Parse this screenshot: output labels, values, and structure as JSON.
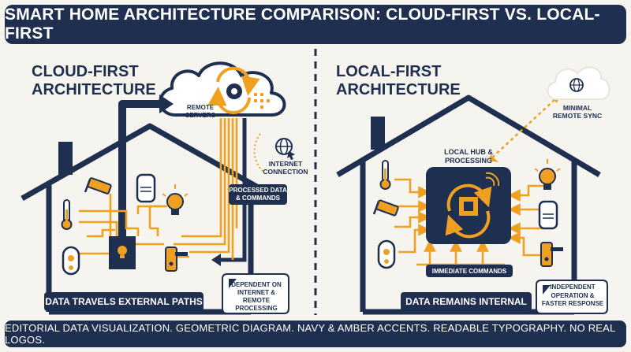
{
  "title": "SMART HOME ARCHITECTURE COMPARISON: CLOUD-FIRST VS. LOCAL-FIRST",
  "footer": "EDITORIAL DATA VISUALIZATION. GEOMETRIC DIAGRAM. NAVY & AMBER ACCENTS. READABLE TYPOGRAPHY. NO REAL LOGOS.",
  "colors": {
    "navy": "#1f2f50",
    "amber": "#f0a020",
    "background": "#f6f4ef"
  },
  "cloud_panel": {
    "title_line1": "CLOUD-FIRST",
    "title_line2": "ARCHITECTURE",
    "cloud_label_line1": "REMOTE",
    "cloud_label_line2": "SERVERS",
    "internet_label_line1": "INTERNET",
    "internet_label_line2": "CONNECTION",
    "processed_tag_line1": "PROCESSED DATA",
    "processed_tag_line2": "& COMMANDS",
    "dependent_line1": "DEPENDENT ON",
    "dependent_line2": "INTERNET & REMOTE",
    "dependent_line3": "PROCESSING",
    "banner": "DATA TRAVELS EXTERNAL PATHS",
    "devices": [
      "camera-icon",
      "thermometer-icon",
      "speaker-icon",
      "lightbulb-icon",
      "lock-icon",
      "door-lock-icon"
    ]
  },
  "local_panel": {
    "title_line1": "LOCAL-FIRST",
    "title_line2": "ARCHITECTURE",
    "hub_label_line1": "LOCAL HUB &",
    "hub_label_line2": "PROCESSING",
    "sync_label_line1": "MINIMAL",
    "sync_label_line2": "REMOTE SYNC",
    "commands_tag": "IMMEDIATE COMMANDS",
    "independent_line1": "INDEPENDENT",
    "independent_line2": "OPERATION &",
    "independent_line3": "FASTER RESPONSE",
    "banner": "DATA REMAINS INTERNAL",
    "devices": [
      "thermometer-icon",
      "camera-icon",
      "lock-icon",
      "lightbulb-icon",
      "speaker-icon",
      "door-lock-icon"
    ]
  }
}
